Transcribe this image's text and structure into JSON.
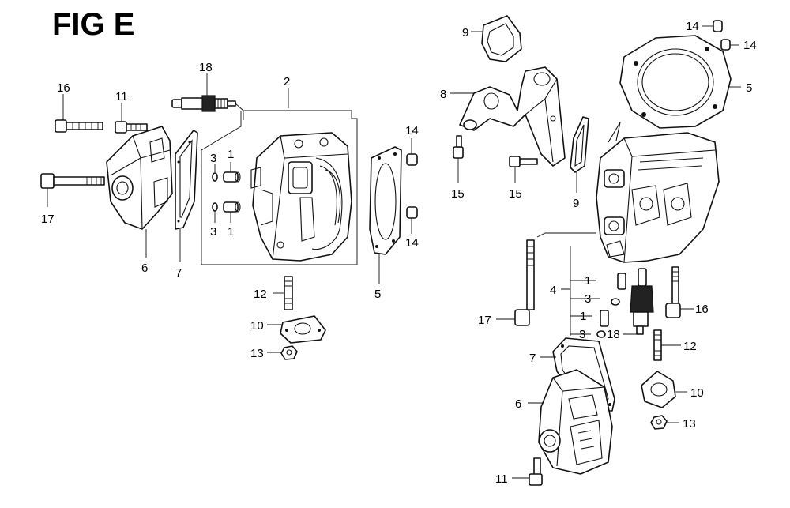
{
  "figure": {
    "title": "FIG E"
  },
  "callouts": [
    {
      "id": "c18a",
      "text": "18"
    },
    {
      "id": "c2",
      "text": "2"
    },
    {
      "id": "c16a",
      "text": "16"
    },
    {
      "id": "c11a",
      "text": "11"
    },
    {
      "id": "c17a",
      "text": "17"
    },
    {
      "id": "c6a",
      "text": "6"
    },
    {
      "id": "c7a",
      "text": "7"
    },
    {
      "id": "c3a",
      "text": "3"
    },
    {
      "id": "c1a",
      "text": "1"
    },
    {
      "id": "c3b",
      "text": "3"
    },
    {
      "id": "c1b",
      "text": "1"
    },
    {
      "id": "c14a",
      "text": "14"
    },
    {
      "id": "c14b",
      "text": "14"
    },
    {
      "id": "c5a",
      "text": "5"
    },
    {
      "id": "c12a",
      "text": "12"
    },
    {
      "id": "c10a",
      "text": "10"
    },
    {
      "id": "c13a",
      "text": "13"
    },
    {
      "id": "c9a",
      "text": "9"
    },
    {
      "id": "c8",
      "text": "8"
    },
    {
      "id": "c15a",
      "text": "15"
    },
    {
      "id": "c15b",
      "text": "15"
    },
    {
      "id": "c9b",
      "text": "9"
    },
    {
      "id": "c14c",
      "text": "14"
    },
    {
      "id": "c14d",
      "text": "14"
    },
    {
      "id": "c5b",
      "text": "5"
    },
    {
      "id": "c4",
      "text": "4"
    },
    {
      "id": "c1c",
      "text": "1"
    },
    {
      "id": "c3c",
      "text": "3"
    },
    {
      "id": "c1d",
      "text": "1"
    },
    {
      "id": "c3d",
      "text": "3"
    },
    {
      "id": "c17b",
      "text": "17"
    },
    {
      "id": "c18b",
      "text": "18"
    },
    {
      "id": "c16b",
      "text": "16"
    },
    {
      "id": "c12b",
      "text": "12"
    },
    {
      "id": "c7b",
      "text": "7"
    },
    {
      "id": "c6b",
      "text": "6"
    },
    {
      "id": "c10b",
      "text": "10"
    },
    {
      "id": "c13b",
      "text": "13"
    },
    {
      "id": "c11b",
      "text": "11"
    }
  ]
}
